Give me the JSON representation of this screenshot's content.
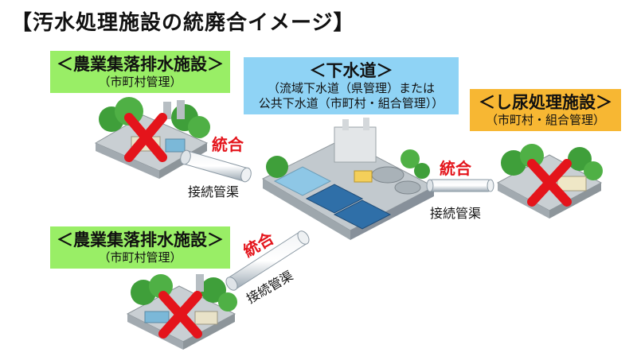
{
  "title": "【汚水処理施設の統廃合イメージ】",
  "facilities": {
    "agri_top": {
      "name": "＜農業集落排水施設＞",
      "manager": "（市町村管理）"
    },
    "sewer": {
      "name": "＜下水道＞",
      "line1": "（流域下水道（県管理）または",
      "line2": "公共下水道（市町村・組合管理））"
    },
    "night_soil": {
      "name": "＜し尿処理施設＞",
      "manager": "（市町村・組合管理）"
    },
    "agri_bottom": {
      "name": "＜農業集落排水施設＞",
      "manager": "（市町村管理）"
    }
  },
  "integration_label": "統合",
  "pipe_label": "接続管渠",
  "colors": {
    "agri_box": "#99ee66",
    "sewer_box": "#8fd3f5",
    "night_soil_box": "#f7b733",
    "cross": "#e4141b",
    "integration_text": "#e4141b"
  },
  "icons": {
    "abolished_marker": "red-x-icon",
    "pipe": "pipe-icon"
  }
}
